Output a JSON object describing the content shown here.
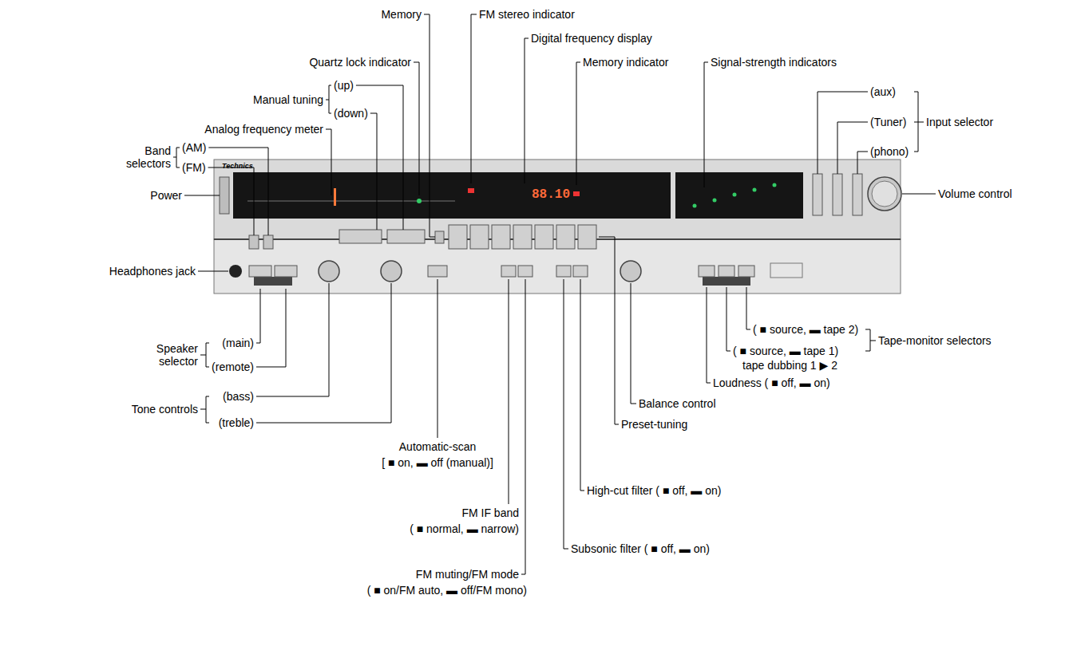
{
  "diagram": {
    "labels": [
      "Memory",
      "FM stereo indicator",
      "Digital frequency display",
      "Memory indicator",
      "Quartz lock indicator",
      "Signal-strength indicators",
      "Manual tuning",
      "(up)",
      "(down)",
      "Analog frequency meter",
      "Band selectors",
      "(AM)",
      "(FM)",
      "(aux)",
      "(Tuner)",
      "(phono)",
      "Input selector",
      "Power",
      "Volume control",
      "Technics",
      "88.10",
      "Headphones jack",
      "Speaker selector",
      "(main)",
      "(remote)",
      "Tone controls",
      "(bass)",
      "(treble)",
      "Automatic-scan",
      "[ ■ on, ▬ off (manual)]",
      "FM IF band",
      "( ■ normal, ▬ narrow)",
      "FM muting/FM mode",
      "( ■ on/FM auto, ▬ off/FM mono)",
      "Subsonic filter ( ■ off, ▬ on)",
      "High-cut filter ( ■ off, ▬ on)",
      "Preset-tuning",
      "Balance control",
      "Loudness ( ■ off, ▬ on)",
      "( ■ source, ▬ tape 1)",
      "tape dubbing 1 ▶ 2",
      "( ■ source, ▬ tape 2)",
      "Tape-monitor selectors"
    ]
  }
}
